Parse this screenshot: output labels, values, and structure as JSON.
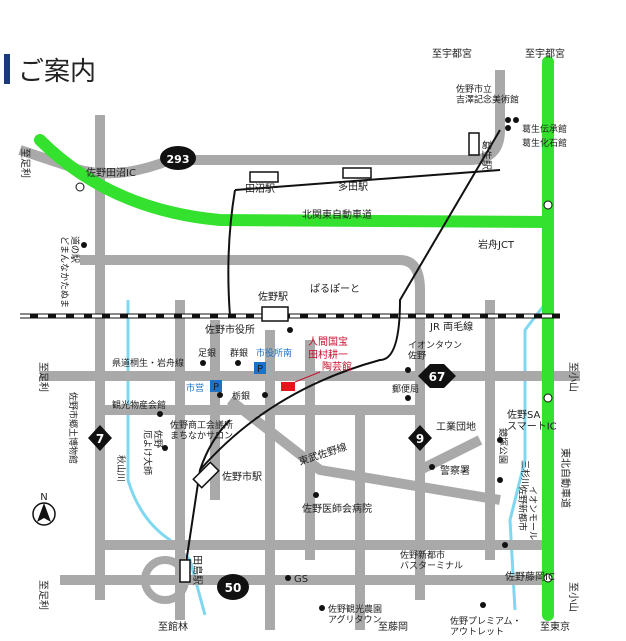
{
  "title": "ご案内",
  "colors": {
    "road": "#a9a9a9",
    "expressway": "#33e12e",
    "river": "#7fd8f0",
    "railway": "#111111",
    "rail_stripe": "#ffffff",
    "title_bar": "#1a3a7a",
    "marker": "#e8141c",
    "museum_text": "#c8102e",
    "route_shield": "#111111",
    "blue_text": "#1a73c9"
  },
  "directions": {
    "utsunomiya_1": "至宇都宮",
    "utsunomiya_2": "至宇都宮",
    "ashikaga_1": "至足利",
    "ashikaga_2": "至足利",
    "ashikaga_3": "至足利",
    "koyama_1": "至小山",
    "koyama_2": "至小山",
    "tokyo": "至東京",
    "sanumabayashi": "至館林",
    "fujioka": "至藤岡"
  },
  "routes": {
    "r293": "293",
    "r67": "67",
    "r7": "7",
    "r9": "9",
    "r50": "50"
  },
  "expressway": {
    "kitakanto": "北関東自動車道",
    "tohoku": "東北自動車道",
    "iwafune_jct": "岩舟JCT",
    "sano_sa": "佐野SA\nスマートIC",
    "sanotanuma_ic": "佐野田沼IC",
    "sanofujioka_ic": "佐野藤岡IC"
  },
  "stations": {
    "tanuma": "田沼駅",
    "tada": "多田駅",
    "kuzuu": "葛生駅",
    "sano": "佐野駅",
    "sanoshi": "佐野市駅",
    "tajima": "田島駅"
  },
  "rail_lines": {
    "ryomo": "JR 両毛線",
    "tobu_sano": "東武佐野線"
  },
  "labels": {
    "yoshizawa_museum": "佐野市立\n吉澤記念美術館",
    "kuzuu_denshokan": "葛生伝承館",
    "kuzuu_kaseki": "葛生化石館",
    "michinoeki": "道の駅\nどまんなかたぬま",
    "parupoto": "ぱるぽーと",
    "sano_city_hall": "佐野市役所",
    "kyodo_bunkoku": "県道桐生・岩舟線",
    "ashigin": "足銀",
    "gungin": "群銀",
    "city_hall_south": "市役所南",
    "shiei": "市営",
    "tochigin": "栃銀",
    "kanko_center": "観光物産会館",
    "shoko": "佐野商工会議所\nまちなかサロン",
    "sano_kyodo": "佐野市郷土博物館",
    "akiyamagawa": "秋山川",
    "yakuyoke": "佐野\n厄よけ大師",
    "museum_1": "人間国宝",
    "museum_2": "田村耕一",
    "museum_3": "陶芸館",
    "aeon_town": "イオンタウン\n佐野",
    "post_office": "郵便局",
    "kogyo_danchi": "工業団地",
    "police": "警察署",
    "kyozuka": "鏡塚公園",
    "mitsusugigawa": "三杉川",
    "aeon_mall": "イオンモール\n佐野新都市",
    "ishikai": "佐野医師会病院",
    "bus_terminal": "佐野新都市\nバスターミナル",
    "gs": "GS",
    "kanko_noen": "佐野観光農園\nアグリタウン",
    "premium_outlet": "佐野プレミアム・\nアウトレット"
  },
  "icons": {
    "parking": "P",
    "north": "N"
  }
}
